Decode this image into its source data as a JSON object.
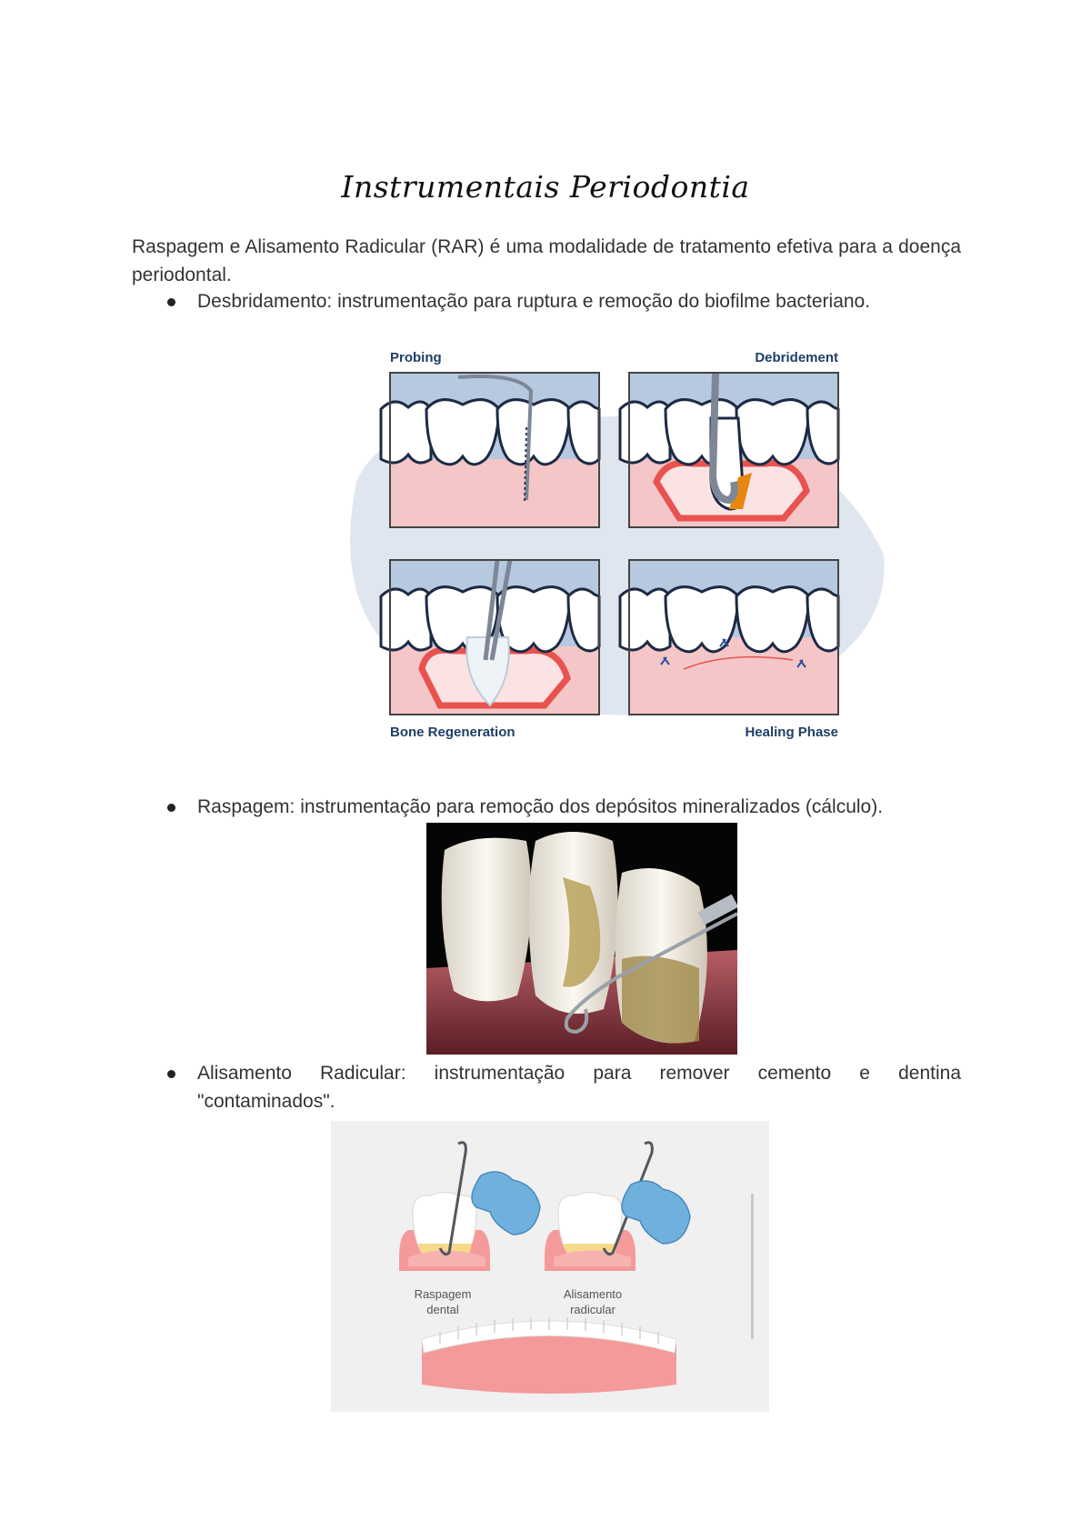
{
  "title": "Instrumentais Periodontia",
  "intro": "Raspagem e Alisamento Radicular (RAR) é uma modalidade de tratamento efetiva para a doença periodontal.",
  "bullets": {
    "debridement": "Desbridamento: instrumentação para ruptura e remoção do biofilme bacteriano.",
    "scaling": "Raspagem: instrumentação para remoção dos depósitos mineralizados (cálculo).",
    "root_planing_line1": "Alisamento Radicular: instrumentação para remover cemento e dentina",
    "root_planing_line2": "\"contaminados\"."
  },
  "figure1": {
    "labels": {
      "probing": "Probing",
      "debridement": "Debridement",
      "bone_regeneration": "Bone Regeneration",
      "healing_phase": "Healing Phase"
    },
    "colors": {
      "label": "#1f3f66",
      "blob": "#dfe6f0",
      "sky": "#b6c9de",
      "gum": "#f4c6c8",
      "defect": "#e8524f",
      "calculus": "#e8870f"
    }
  },
  "figure3": {
    "labels": {
      "scaling_1": "Raspagem",
      "scaling_2": "dental",
      "planing_1": "Alisamento",
      "planing_2": "radicular"
    },
    "colors": {
      "glove": "#6fb0dd",
      "gum": "#f49a9a",
      "tooth": "#ffffff",
      "enamel_band": "#f6d98a"
    }
  }
}
